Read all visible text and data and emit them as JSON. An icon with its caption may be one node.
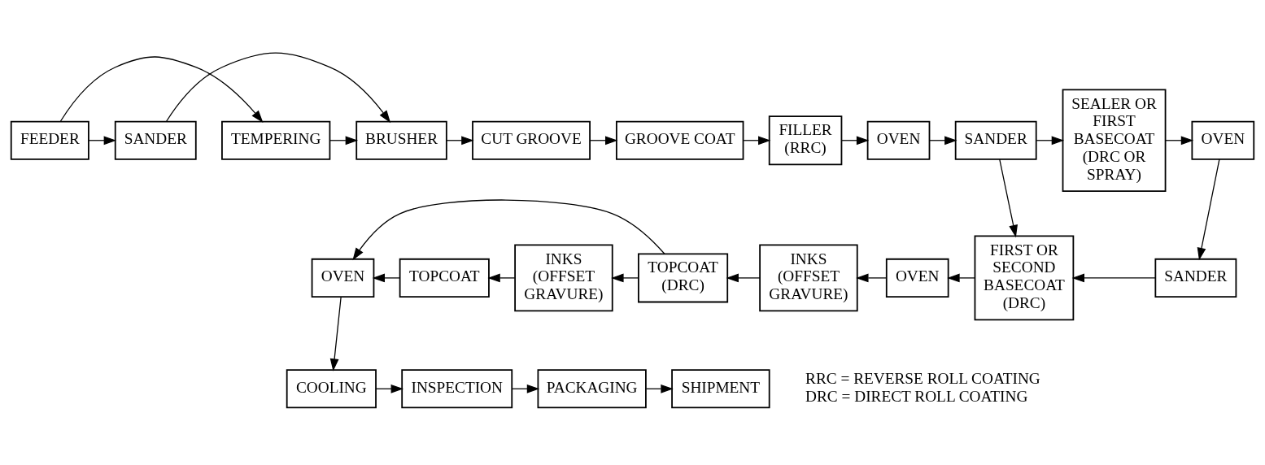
{
  "diagram": {
    "nodes": [
      {
        "text": [
          "FEEDER"
        ]
      },
      {
        "text": [
          "TEMPERING"
        ]
      },
      {
        "text": [
          "SANDER"
        ]
      },
      {
        "text": [
          "BRUSHER"
        ]
      },
      {
        "text": [
          "CUT GROOVE"
        ]
      },
      {
        "text": [
          "GROOVE COAT"
        ]
      },
      {
        "text": [
          "FILLER (RRC)"
        ]
      },
      {
        "text": [
          "OVEN"
        ]
      },
      {
        "text": [
          "SANDER"
        ]
      },
      {
        "text": [
          "SEALER OR FIRST BASECOAT (DRC OR SPRAY)"
        ]
      },
      {
        "text": [
          "OVEN"
        ]
      },
      {
        "text": [
          "SANDER"
        ]
      },
      {
        "text": [
          "FIRST OR SECOND BASECOAT (DRC)"
        ]
      },
      {
        "text": [
          "OVEN"
        ]
      },
      {
        "text": [
          "INKS (OFFSET GRAVURE)"
        ]
      },
      {
        "text": [
          "TOPCOAT (DRC)"
        ]
      },
      {
        "text": [
          "INKS (OFFSET GRAVURE)"
        ]
      },
      {
        "text": [
          "TOPCOAT"
        ]
      },
      {
        "text": [
          "OVEN"
        ]
      },
      {
        "text": [
          "COOLING"
        ]
      },
      {
        "text": [
          "INSPECTION"
        ]
      },
      {
        "text": [
          "PACKAGING"
        ]
      },
      {
        "text": [
          "SHIPMENT"
        ]
      }
    ],
    "edges": [
      {
        "from": 0,
        "to": 1,
        "arrow": "to"
      },
      {
        "from": 0,
        "to": 2,
        "arrow": "to"
      },
      {
        "from": 1,
        "to": 3,
        "arrow": "to"
      },
      {
        "from": 2,
        "to": 3,
        "arrow": "to"
      },
      {
        "from": 3,
        "to": 4,
        "arrow": "to"
      },
      {
        "from": 4,
        "to": 5,
        "arrow": "to"
      },
      {
        "from": 5,
        "to": 6,
        "arrow": "to"
      },
      {
        "from": 6,
        "to": 7,
        "arrow": "to"
      },
      {
        "from": 7,
        "to": 8,
        "arrow": "to"
      },
      {
        "from": 8,
        "to": 9,
        "arrow": "to"
      },
      {
        "from": 9,
        "to": 10,
        "arrow": "to"
      },
      {
        "from": 10,
        "to": 11,
        "arrow": "to"
      },
      {
        "from": 11,
        "to": 12,
        "arrow": "to"
      },
      {
        "from": 8,
        "to": 12,
        "arrow": "to"
      },
      {
        "from": 12,
        "to": 13,
        "arrow": "to"
      },
      {
        "from": 13,
        "to": 14,
        "arrow": "to"
      },
      {
        "from": 14,
        "to": 15,
        "arrow": "to"
      },
      {
        "from": 15,
        "to": 16,
        "arrow": "to"
      },
      {
        "from": 15,
        "to": 18,
        "arrow": "to"
      },
      {
        "from": 16,
        "to": 17,
        "arrow": "to"
      },
      {
        "from": 17,
        "to": 18,
        "arrow": "to"
      },
      {
        "from": 18,
        "to": 19,
        "arrow": "to"
      },
      {
        "from": 19,
        "to": 20,
        "arrow": "to"
      },
      {
        "from": 20,
        "to": 21,
        "arrow": "to"
      },
      {
        "from": 21,
        "to": 22,
        "arrow": "to"
      }
    ],
    "labels": [
      "RRC = REVERSE ROLL COATING",
      "DRC = DIRECT ROLL COATING"
    ]
  }
}
